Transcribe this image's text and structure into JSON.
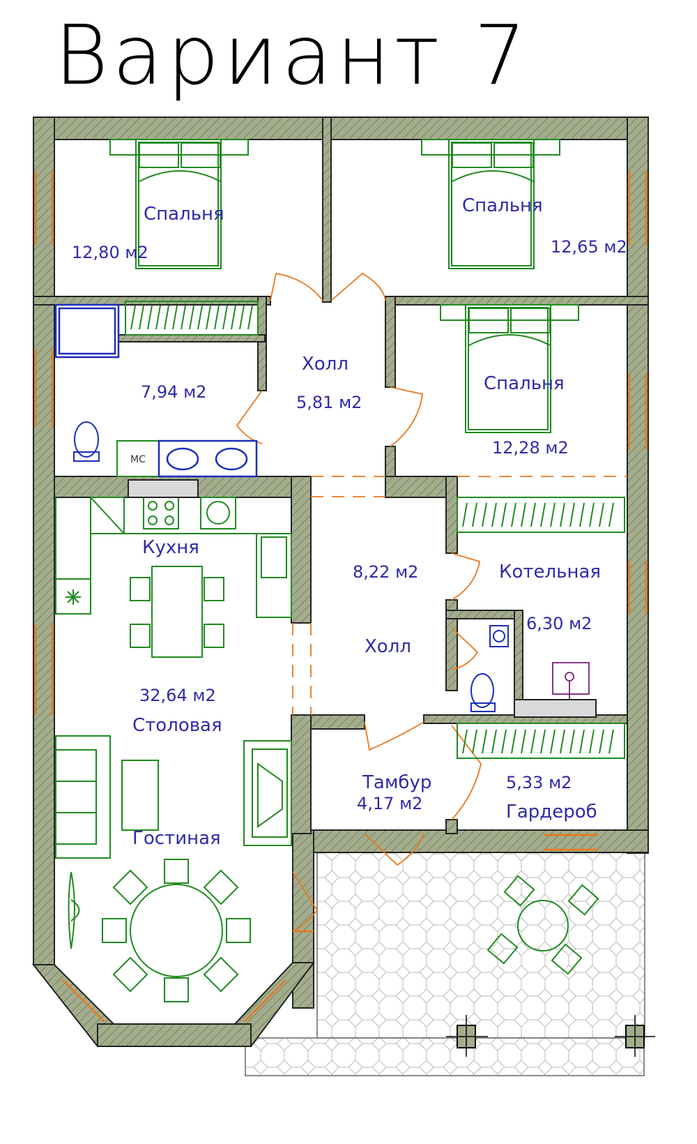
{
  "title": "Вариант 7",
  "rooms": [
    {
      "label": "Спальня",
      "area": "12,80 м2"
    },
    {
      "label": "Спальня",
      "area": "12,65 м2"
    },
    {
      "label": "Спальня",
      "area": "12,28 м2"
    },
    {
      "label": "Холл",
      "area": "5,81 м2"
    },
    {
      "label": "",
      "area": "7,94 м2"
    },
    {
      "label": "Кухня",
      "area": ""
    },
    {
      "label": "Столовая",
      "area": "32,64 м2"
    },
    {
      "label": "Гостиная",
      "area": ""
    },
    {
      "label": "Холл",
      "area": "8,22 м2"
    },
    {
      "label": "Котельная",
      "area": "6,30 м2"
    },
    {
      "label": "Тамбур",
      "area": "4,17 м2"
    },
    {
      "label": "Гардероб",
      "area": "5,33 м2"
    }
  ],
  "fixtures": {
    "mc_label": "МС"
  },
  "colors": {
    "wall_fill": "#a3ad8c",
    "wall_stroke": "#222222",
    "window": "#e8781e",
    "furniture": "#1f8a1f",
    "plumbing": "#1c2dbd",
    "text": "#2f2aa8"
  }
}
